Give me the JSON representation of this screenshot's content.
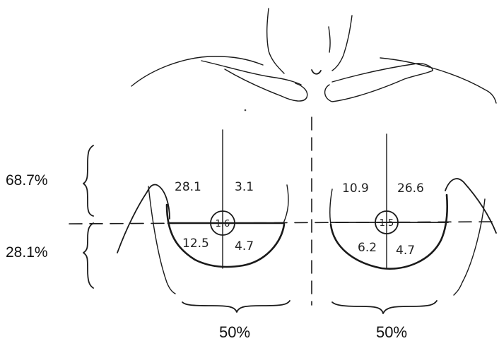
{
  "vertical_labels": {
    "upper": "68.7%",
    "lower": "28.1%"
  },
  "horizontal_labels": {
    "left": "50%",
    "right": "50%"
  },
  "left_breast": {
    "upper_outer": "28.1",
    "upper_inner": "3.1",
    "lower_outer": "12.5",
    "lower_inner": "4.7",
    "areola": "1.6"
  },
  "right_breast": {
    "upper_inner": "10.9",
    "upper_outer": "26.6",
    "lower_inner": "6.2",
    "lower_outer": "4.7",
    "areola": "1.5"
  }
}
